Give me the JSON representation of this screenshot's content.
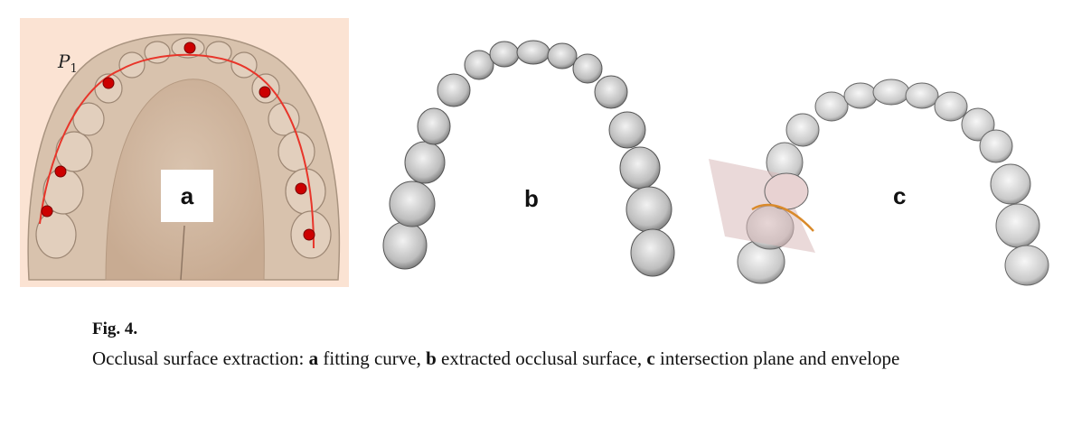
{
  "panels": {
    "a": {
      "label": "a",
      "point_label": "P",
      "point_subscript": "1"
    },
    "b": {
      "label": "b"
    },
    "c": {
      "label": "c"
    }
  },
  "colors": {
    "panel_a_bg": "#fbe3d3",
    "curve": "#e8352a",
    "points": "#cc0000",
    "envelope": "#d98a2b",
    "plane": "#d9b9b9"
  },
  "caption": {
    "figure_number": "Fig. 4.",
    "intro": "Occlusal surface extraction: ",
    "parts": [
      {
        "letter": "a",
        "text": " fitting curve, "
      },
      {
        "letter": "b",
        "text": " extracted occlusal surface, "
      },
      {
        "letter": "c",
        "text": " intersection plane and envelope"
      }
    ]
  }
}
